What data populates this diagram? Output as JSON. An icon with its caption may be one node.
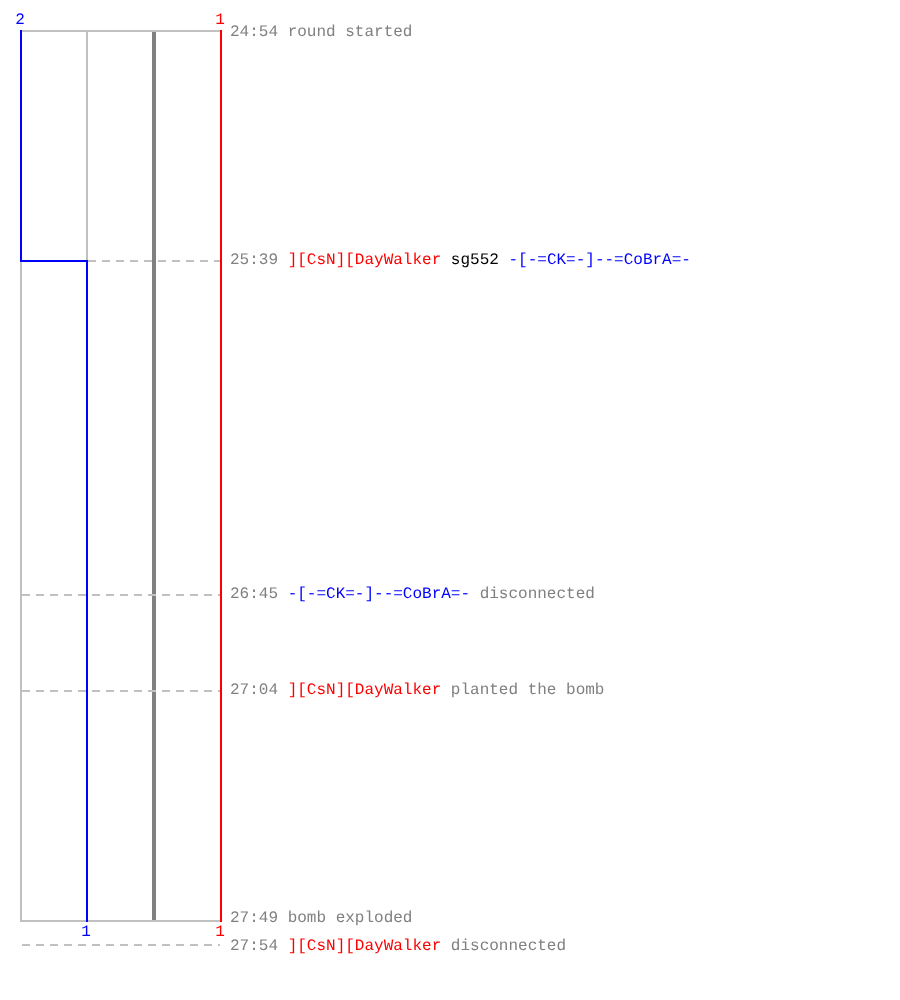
{
  "diagram": {
    "labels": [
      "2",
      "1",
      "24:54",
      "round started",
      "25:39",
      "][CsN][DayWalker",
      "sg552",
      "-[-=CK=-]--=CoBrA=-",
      "26:45",
      "-[-=CK=-]--=CoBrA=-",
      "disconnected",
      "27:04",
      "][CsN][DayWalker",
      "planted the bomb",
      "27:49",
      "bomb exploded",
      "1",
      "1",
      "27:54",
      "][CsN][DayWalker",
      "disconnected"
    ]
  }
}
